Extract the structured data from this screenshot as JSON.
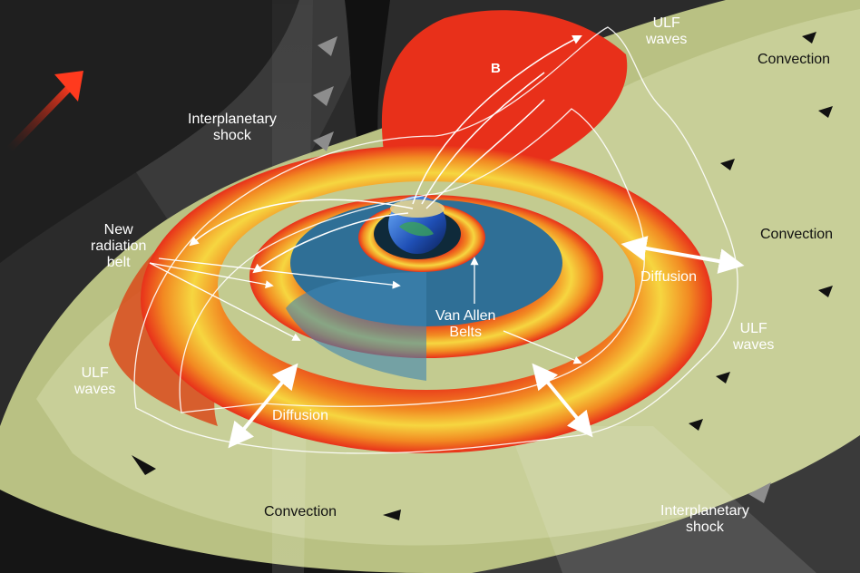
{
  "labels": {
    "ulf_top": [
      "ULF",
      "waves"
    ],
    "convection_top": "Convection",
    "b_field": "B",
    "shock_top": [
      "Interplanetary",
      "shock"
    ],
    "convection_right": "Convection",
    "new_belt": [
      "New",
      "radiation",
      "belt"
    ],
    "diffusion_right": "Diffusion",
    "van_allen": [
      "Van Allen",
      "Belts"
    ],
    "ulf_right": [
      "ULF",
      "waves"
    ],
    "ulf_left": [
      "ULF",
      "waves"
    ],
    "diffusion_left": "Diffusion",
    "convection_bottom": "Convection",
    "shock_bottom": [
      "Interplanetary",
      "shock"
    ]
  },
  "icons": {
    "solar_wind_arrow": "red-arrow-icon",
    "earth": "earth-globe-icon"
  },
  "colors": {
    "background_dark": "#2b2b2b",
    "plasma_green": "#c3cb90",
    "belt_red": "#e8301a",
    "belt_orange": "#f28a22",
    "belt_yellow": "#f6d640",
    "plasmasphere_blue": "#2f6f96"
  }
}
